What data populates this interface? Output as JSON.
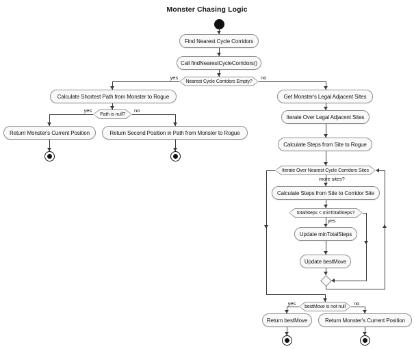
{
  "title": "Monster Chasing Logic",
  "labels": {
    "yes": "yes",
    "no": "no",
    "more_sites": "more sites?"
  },
  "nodes": {
    "find_nearest": "Find Nearest Cycle Corridors",
    "call_find": "Call findNearestCycleCorridors()",
    "corridors_empty": "Nearest Cycle Corridors Empty?",
    "calc_shortest_path": "Calculate Shortest Path from Monster to Rogue",
    "path_null": "Path is null?",
    "return_monster_pos_a": "Return Monster's Current Position",
    "return_second_pos": "Return Second Position in Path from Monster to Rogue",
    "get_legal_sites": "Get Monster's Legal Adjacent Sites",
    "iterate_legal_sites": "Iterate Over Legal Adjacent Sites",
    "calc_steps_rogue": "Calculate Steps from Site to Rogue",
    "iterate_corridor_sites": "Iterate Over Nearest Cycle Corridors Sites",
    "calc_steps_corridor": "Calculate Steps from Site to Corridor Site",
    "total_steps_check": "totalSteps < minTotalSteps?",
    "update_min_total": "Update minTotalSteps",
    "update_best_move": "Update bestMove",
    "best_move_check": "bestMove is not null",
    "return_best_move": "Return bestMove",
    "return_monster_pos_b": "Return Monster's Current Position"
  },
  "colors": {
    "activity_fill": "#f9f9f9",
    "activity_border": "#8f8f8f",
    "text": "#121212",
    "edge": "#3a3a3a",
    "terminal": "#121212",
    "background": "#ffffff"
  }
}
